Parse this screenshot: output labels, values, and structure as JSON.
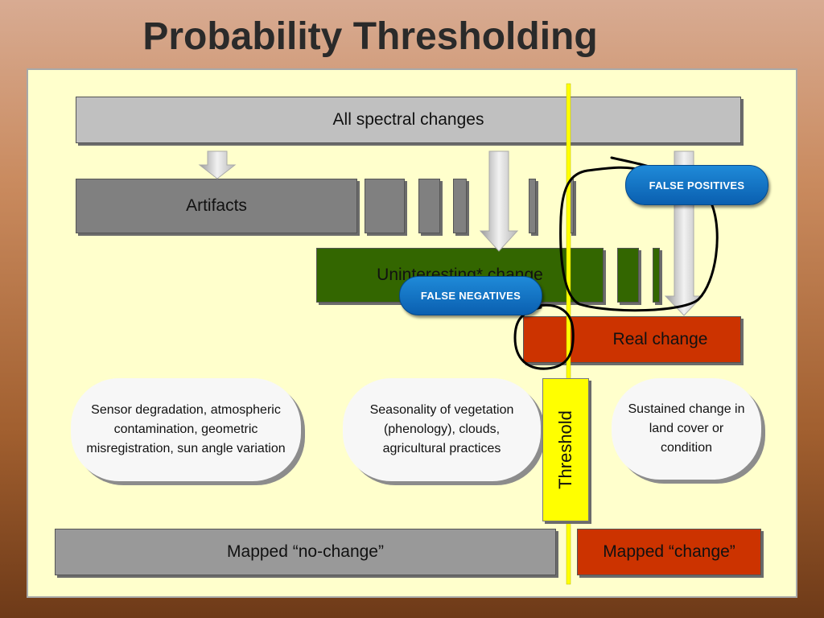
{
  "title": "Probability Thresholding",
  "boxes": {
    "all_spectral": "All spectral changes",
    "artifacts": "Artifacts",
    "uninteresting": "Uninteresting* change",
    "real_change": "Real change",
    "mapped_no_change": "Mapped “no-change”",
    "mapped_change": "Mapped “change”"
  },
  "bubbles": {
    "artifacts_desc": "Sensor degradation, atmospheric contamination, geometric misregistration, sun angle variation",
    "uninteresting_desc": "Seasonality of vegetation (phenology), clouds, agricultural practices",
    "real_desc": "Sustained change in land cover or condition"
  },
  "labels": {
    "false_positives": "FALSE POSITIVES",
    "false_negatives": "FALSE NEGATIVES",
    "threshold": "Threshold"
  },
  "colors": {
    "panel": "#ffffcc",
    "threshold_line": "#ffff00",
    "uninteresting": "#336600",
    "real_change": "#cc3300",
    "pill": "#0a5fb0"
  }
}
